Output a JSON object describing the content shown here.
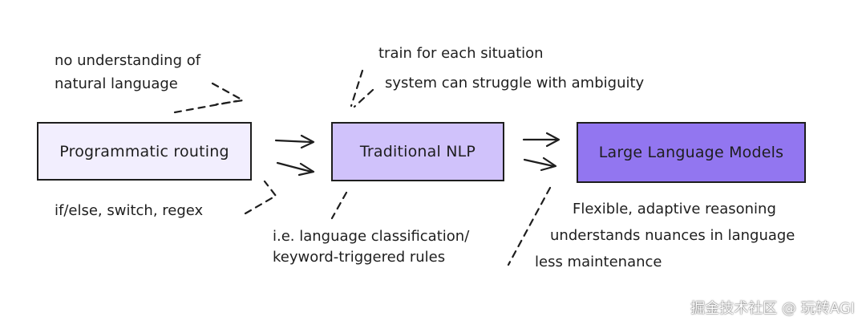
{
  "boxes": {
    "programmatic": {
      "label": "Programmatic routing",
      "fill": "#f2eefe"
    },
    "traditional": {
      "label": "Traditional NLP",
      "fill": "#d0c2fb"
    },
    "llm": {
      "label": "Large Language Models",
      "fill": "#9276f0"
    }
  },
  "notes": {
    "programmatic_top": [
      "no understanding of",
      "natural language"
    ],
    "programmatic_bottom": "if/else, switch, regex",
    "traditional_top": [
      "train for each situation",
      "system can struggle with ambiguity"
    ],
    "traditional_bottom": [
      "i.e. language classification/",
      "keyword-triggered rules"
    ],
    "llm_bottom": [
      "Flexible, adaptive reasoning",
      "understands nuances in language",
      "less maintenance"
    ]
  },
  "watermark": "掘金技术社区 @ 玩转AGI",
  "colors": {
    "stroke": "#1e1e1e"
  }
}
